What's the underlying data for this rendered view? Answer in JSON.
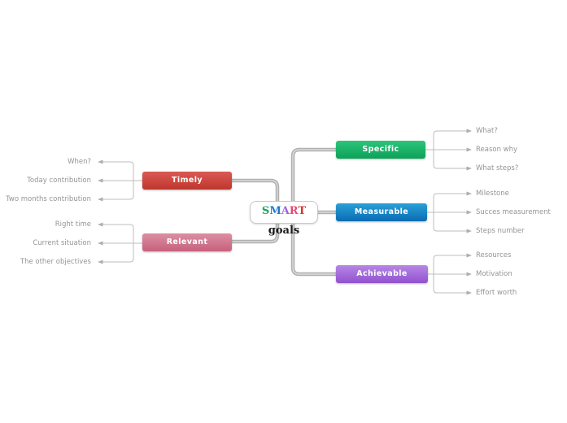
{
  "central_node": {
    "letters": [
      {
        "char": "S",
        "color": "#15a75c"
      },
      {
        "char": "M",
        "color": "#1e78cf"
      },
      {
        "char": "A",
        "color": "#9a66dd"
      },
      {
        "char": "R",
        "color": "#e04a78"
      },
      {
        "char": "T",
        "color": "#d8342c"
      }
    ],
    "suffix": " goals"
  },
  "branches": [
    {
      "label": "Specific",
      "side": "right",
      "color": "#12ab61",
      "children": [
        "What?",
        "Reason why",
        "What steps?"
      ]
    },
    {
      "label": "Measurable",
      "side": "right",
      "color": "#0f7fc4",
      "children": [
        "Milestone",
        "Succes measurement",
        "Steps number"
      ]
    },
    {
      "label": "Achievable",
      "side": "right",
      "color": "#a26fda",
      "children": [
        "Resources",
        "Motivation",
        "Effort worth"
      ]
    },
    {
      "label": "Timely",
      "side": "left",
      "color": "#cc463d",
      "children": [
        "When?",
        "Today contribution",
        "Two months contribution"
      ]
    },
    {
      "label": "Relevant",
      "side": "left",
      "color": "#d2788f",
      "children": [
        "Right time",
        "Current situation",
        "The other objectives"
      ]
    }
  ],
  "connector_color": "#b0b0b0",
  "leaf_text_color": "#949494"
}
